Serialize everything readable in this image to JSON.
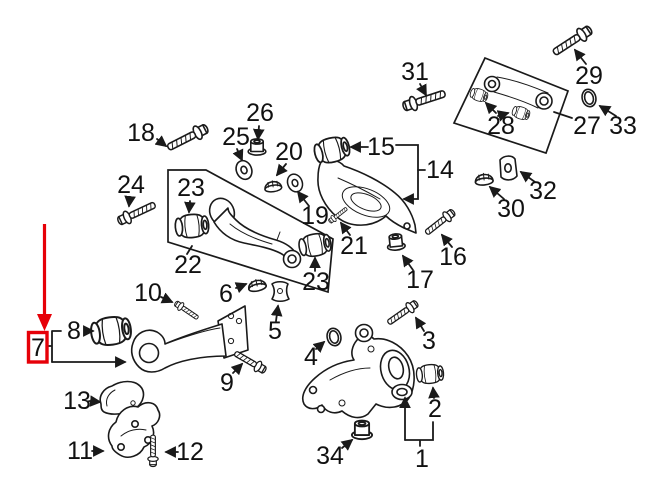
{
  "diagram": {
    "kind": "exploded-parts-diagram",
    "background_color": "#ffffff",
    "line_color": "#1a1a1a",
    "highlight": {
      "callout": "7",
      "color": "#e60008"
    },
    "callouts": {
      "n1": "1",
      "n2": "2",
      "n3": "3",
      "n4": "4",
      "n5": "5",
      "n6": "6",
      "n7": "7",
      "n8": "8",
      "n9": "9",
      "n10": "10",
      "n11": "11",
      "n12": "12",
      "n13": "13",
      "n14": "14",
      "n15": "15",
      "n16": "16",
      "n17": "17",
      "n18": "18",
      "n19": "19",
      "n20": "20",
      "n21": "21",
      "n22": "22",
      "n23a": "23",
      "n23b": "23",
      "n24": "24",
      "n25": "25",
      "n26": "26",
      "n27": "27",
      "n28": "28",
      "n29": "29",
      "n30": "30",
      "n31": "31",
      "n32": "32",
      "n33": "33",
      "n34": "34"
    }
  }
}
